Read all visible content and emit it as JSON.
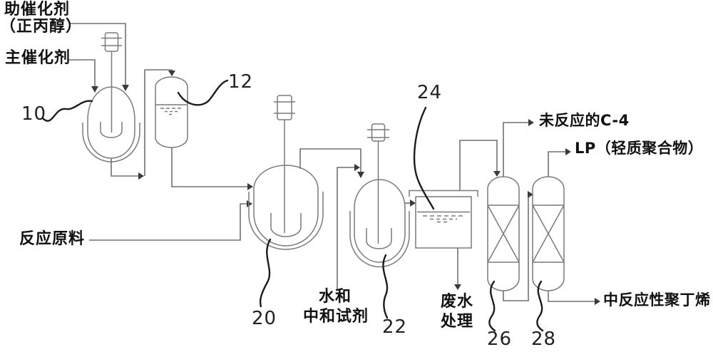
{
  "figure": {
    "kind": "process-flow-diagram",
    "background": "#ffffff"
  },
  "colors": {
    "pipe": "#717171",
    "equipment": "#7a7a7a",
    "arrow": "#3a3a3a",
    "pointer": "#1c1c1c",
    "text": "#111111"
  },
  "streams": {
    "cocatalyst_line1": "助催化剂",
    "cocatalyst_line2": "（正丙醇）",
    "main_catalyst": "主催化剂",
    "reaction_feed": "反应原料",
    "water_neutralizer_line1": "水和",
    "water_neutralizer_line2": "中和试剂",
    "wastewater_line1": "废水",
    "wastewater_line2": "处理",
    "unreacted_c4": "未反应的C-4",
    "light_polymer": "LP（轻质聚合物）",
    "product": "中反应性聚丁烯"
  },
  "equipment_numbers": {
    "reactor_10": "10",
    "vessel_12": "12",
    "reactor_20": "20",
    "neutralizer_22": "22",
    "tank_24": "24",
    "column_26": "26",
    "column_28": "28"
  }
}
